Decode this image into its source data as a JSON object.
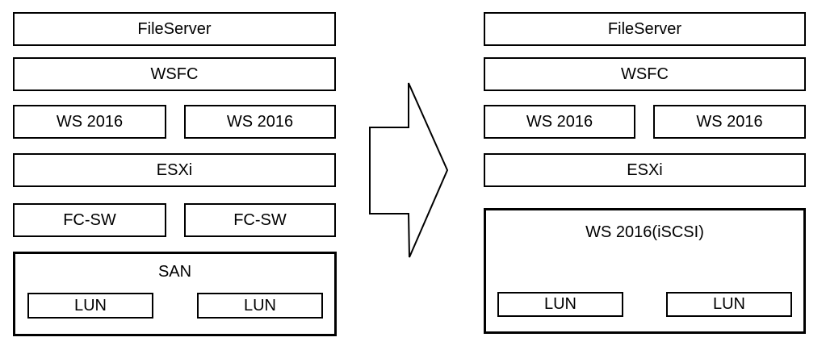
{
  "colors": {
    "border": "#000000",
    "background": "#ffffff",
    "text": "#000000"
  },
  "before": {
    "fileserver": "FileServer",
    "wsfc": "WSFC",
    "node1": "WS 2016",
    "node2": "WS 2016",
    "esxi": "ESXi",
    "fcsw1": "FC-SW",
    "fcsw2": "FC-SW",
    "storage": "SAN",
    "lun1": "LUN",
    "lun2": "LUN"
  },
  "after": {
    "fileserver": "FileServer",
    "wsfc": "WSFC",
    "node1": "WS 2016",
    "node2": "WS 2016",
    "esxi": "ESXi",
    "storage": "WS 2016(iSCSI)",
    "lun1": "LUN",
    "lun2": "LUN"
  },
  "arrow": {
    "icon": "block-arrow-right-icon",
    "meaning": "migration from left architecture to right architecture"
  }
}
